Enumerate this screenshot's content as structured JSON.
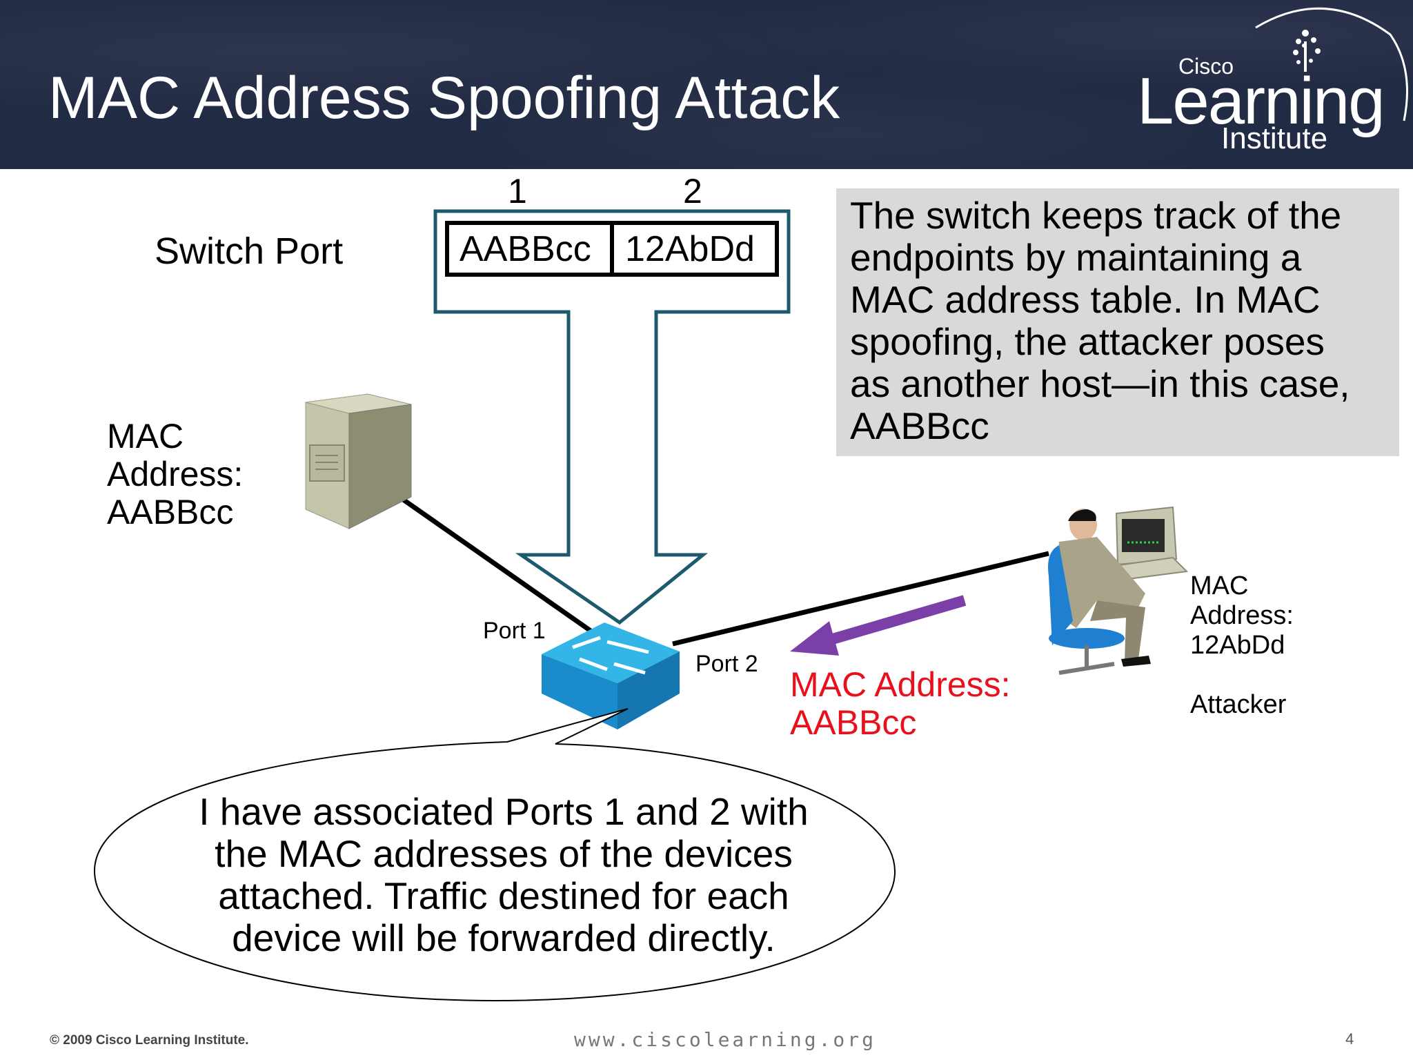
{
  "slide": {
    "title": "MAC Address Spoofing Attack",
    "page_number": "4"
  },
  "logo": {
    "brand": "Cisco",
    "name": "Learning",
    "sub": "Institute"
  },
  "table": {
    "row_label": "Switch Port",
    "columns": [
      "1",
      "2"
    ],
    "cells": [
      "AABBcc",
      "12AbDd"
    ]
  },
  "info_box": {
    "lines": [
      "The switch keeps track of the",
      "endpoints by maintaining a",
      "MAC address table. In MAC",
      "spoofing, the attacker poses",
      "as another host—in this case,",
      "AABBcc"
    ]
  },
  "server": {
    "mac_lines": [
      "MAC",
      "Address:",
      "AABBcc"
    ]
  },
  "attacker": {
    "mac_lines": [
      "MAC",
      "Address:",
      "12AbDd"
    ],
    "role": "Attacker"
  },
  "switch": {
    "port1_label": "Port 1",
    "port2_label": "Port 2"
  },
  "spoofed": {
    "lines": [
      "MAC Address:",
      "AABBcc"
    ],
    "color": "#e8101a"
  },
  "bubble": {
    "lines": [
      "I have associated Ports 1 and 2 with",
      "the MAC addresses of the devices",
      "attached. Traffic destined for each",
      "device will be forwarded directly."
    ]
  },
  "footer": {
    "copyright": "© 2009 Cisco Learning Institute.",
    "url": "www.ciscolearning.org"
  },
  "colors": {
    "header_bg": "#222b44",
    "arrow_outline": "#1d5a6e",
    "switch_blue": "#1a9ad6",
    "spoof_arrow": "#7b3fa8",
    "info_bg": "#d9d9d9"
  }
}
